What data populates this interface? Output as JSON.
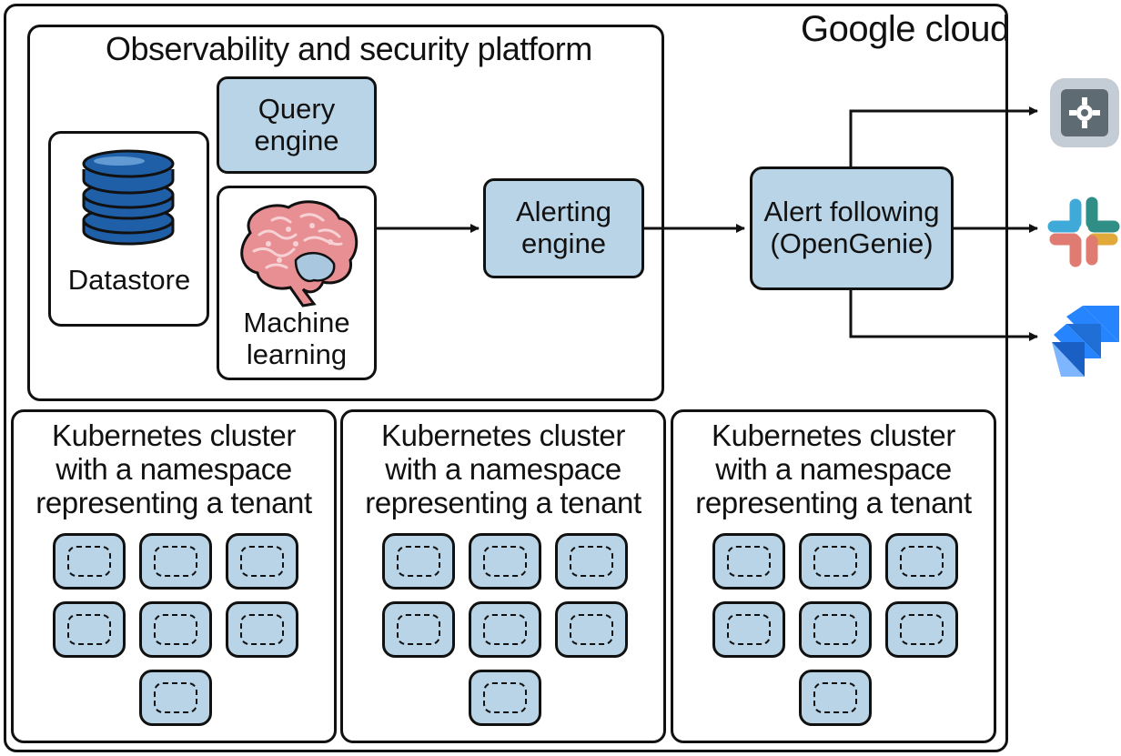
{
  "cloud": {
    "title": "Google cloud"
  },
  "platform": {
    "title": "Observability and security platform",
    "datastore": {
      "label": "Datastore",
      "icon": "database-icon"
    },
    "query_engine": {
      "line1": "Query",
      "line2": "engine"
    },
    "machine_learning": {
      "line1": "Machine",
      "line2": "learning",
      "icon": "brain-icon"
    },
    "alerting_engine": {
      "line1": "Alerting",
      "line2": "engine"
    }
  },
  "alert_following": {
    "line1": "Alert following",
    "line2": "(OpenGenie)"
  },
  "integrations": [
    {
      "icon": "opsgenie-gear-icon"
    },
    {
      "icon": "slack-icon"
    },
    {
      "icon": "jira-icon"
    }
  ],
  "clusters": [
    {
      "line1": "Kubernetes cluster",
      "line2": "with a namespace",
      "line3": "representing a tenant"
    },
    {
      "line1": "Kubernetes cluster",
      "line2": "with a namespace",
      "line3": "representing a tenant"
    },
    {
      "line1": "Kubernetes cluster",
      "line2": "with a namespace",
      "line3": "representing a tenant"
    }
  ],
  "colors": {
    "box_fill": "#b8d4e6",
    "stroke": "#111111",
    "db_blue": "#1f5fa8",
    "slack_blue": "#3fa9d8",
    "slack_red": "#e07b72",
    "jira_blue": "#2684ff"
  }
}
